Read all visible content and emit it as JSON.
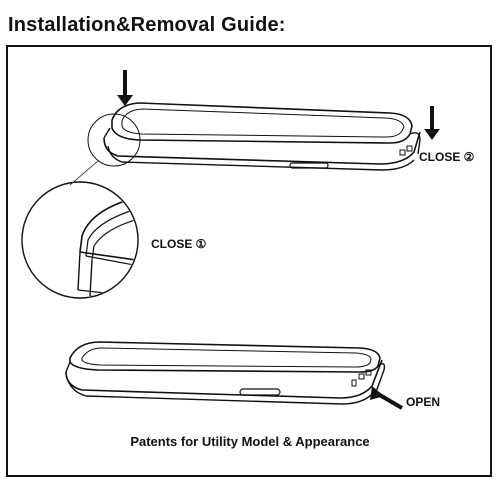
{
  "title": "Installation&Removal Guide:",
  "labels": {
    "close_2": "CLOSE ②",
    "close_1": "CLOSE ①",
    "open": "OPEN"
  },
  "footer": "Patents for Utility Model & Appearance",
  "colors": {
    "ink": "#111111",
    "paper": "#ffffff"
  },
  "icons": [
    "down-arrow-icon",
    "down-arrow-icon",
    "diagonal-arrow-icon"
  ]
}
